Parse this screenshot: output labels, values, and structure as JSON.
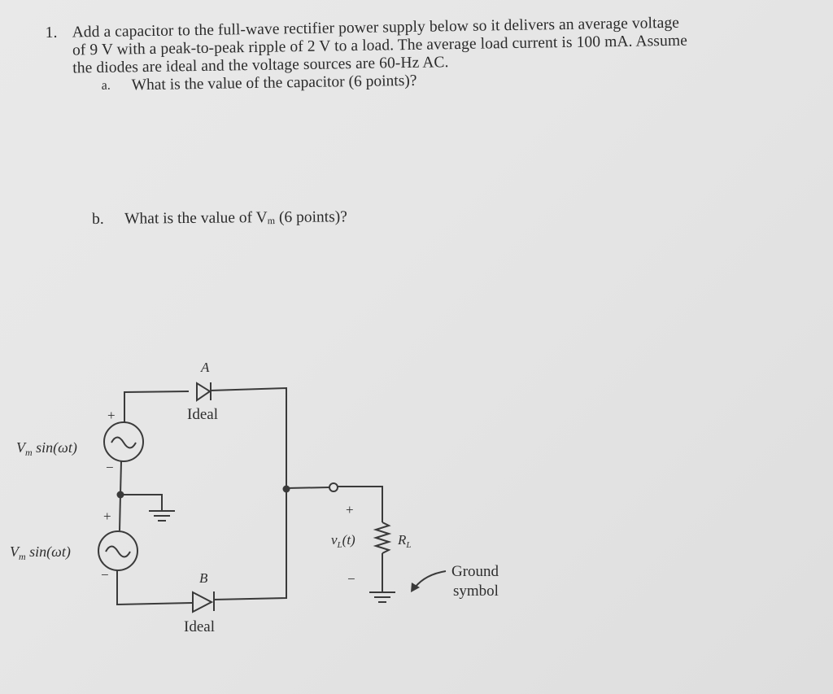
{
  "problem": {
    "number": "1.",
    "lines": [
      "Add a capacitor to the full-wave rectifier power supply below so it delivers an average voltage",
      "of 9 V with a peak-to-peak ripple of 2 V to a load. The average load current is 100 mA. Assume",
      "the diodes are ideal and the voltage sources are 60-Hz AC."
    ],
    "parts": [
      {
        "label": "a.",
        "text": "What is the value of the capacitor (6 points)?"
      },
      {
        "label": "b.",
        "text_before": "What is the value of V",
        "subscript": "m",
        "text_after": " (6 points)?"
      }
    ]
  },
  "circuit": {
    "source_top": {
      "label": "Vm sin(ωt)",
      "label_main": "V",
      "label_sub": "m",
      "label_rest": " sin(ωt)",
      "plus": "+",
      "minus": "−"
    },
    "source_bottom": {
      "label": "Vm sin(ωt)",
      "label_main": "V",
      "label_sub": "m",
      "label_rest": " sin(ωt)",
      "plus": "+",
      "minus": "−"
    },
    "diode_a": {
      "name": "A",
      "type": "Ideal"
    },
    "diode_b": {
      "name": "B",
      "type": "Ideal"
    },
    "load": {
      "voltage_label": "v_L(t)",
      "voltage_main": "v",
      "voltage_sub": "L",
      "voltage_rest": "(t)",
      "resistor_main": "R",
      "resistor_sub": "L",
      "plus": "+",
      "minus": "−"
    },
    "ground_annotation": [
      "Ground",
      "symbol"
    ]
  }
}
